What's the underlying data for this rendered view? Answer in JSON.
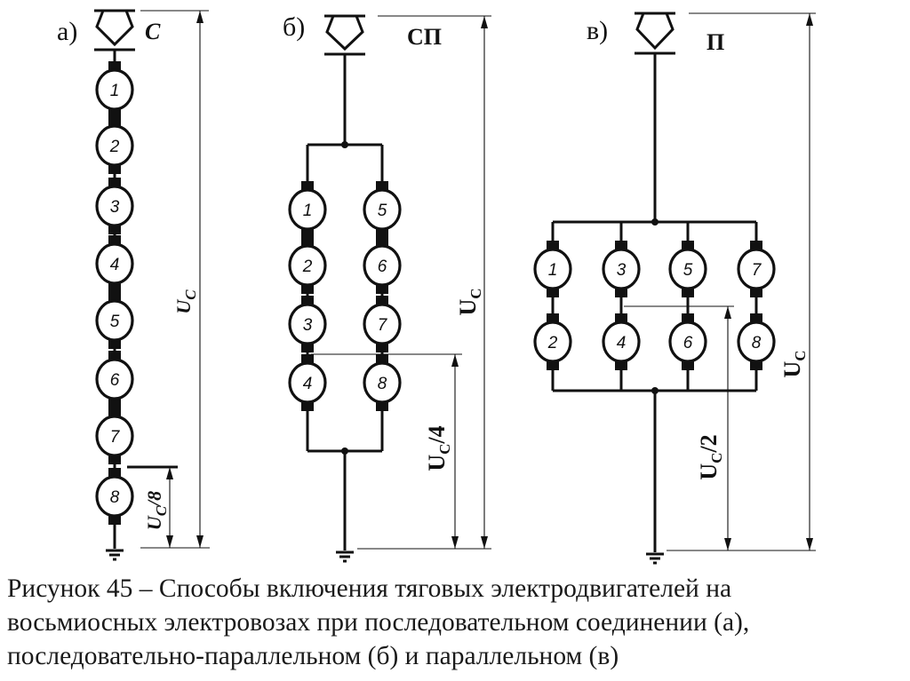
{
  "panels": [
    {
      "id": "a",
      "label": "а)",
      "mode": "С",
      "motors": [
        "1",
        "2",
        "3",
        "4",
        "5",
        "6",
        "7",
        "8"
      ],
      "voltage_total": "UC",
      "voltage_part": "UC/8"
    },
    {
      "id": "b",
      "label": "б)",
      "mode": "СП",
      "motors_left": [
        "1",
        "2",
        "3",
        "4"
      ],
      "motors_right": [
        "5",
        "6",
        "7",
        "8"
      ],
      "voltage_total": "UC",
      "voltage_part": "UC/4"
    },
    {
      "id": "c",
      "label": "в)",
      "mode": "П",
      "motors_top": [
        "1",
        "3",
        "5",
        "7"
      ],
      "motors_bottom": [
        "2",
        "4",
        "6",
        "8"
      ],
      "voltage_total": "UC",
      "voltage_part": "UC/2"
    }
  ],
  "caption": {
    "line1": "Рисунок 45 – Способы включения тяговых электродвигателей на",
    "line2": "восьмиосных электровозах при последовательном соединении (а),",
    "line3": "последовательно-параллельном (б) и параллельном (в)"
  }
}
